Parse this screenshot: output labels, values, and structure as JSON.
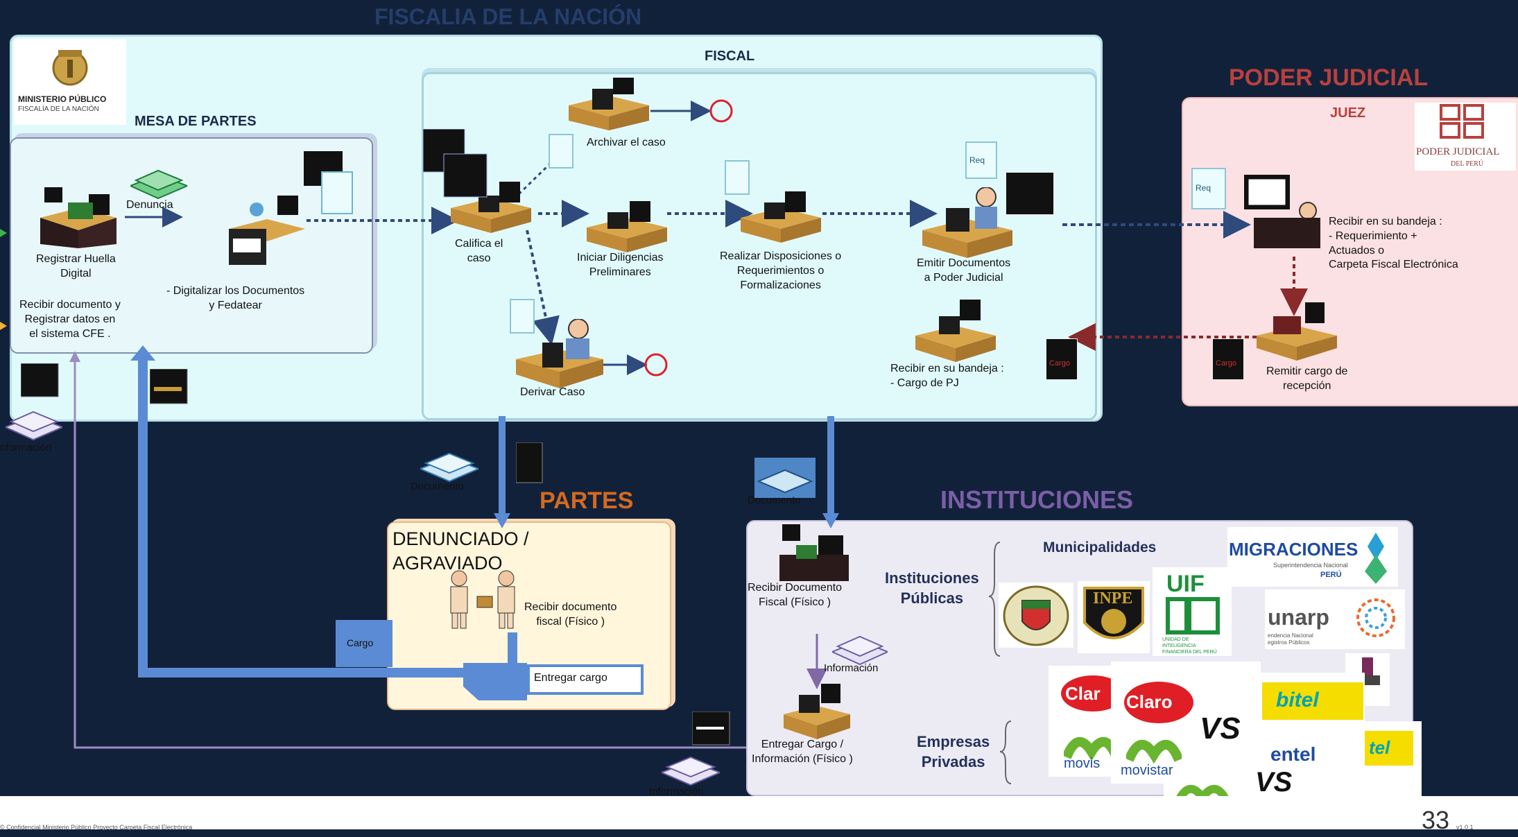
{
  "header": {
    "title": "FISCALIA DE LA NACIÓN"
  },
  "ministerio": {
    "logo_line1": "MINISTERIO PÚBLICO",
    "logo_line2": "FISCALÍA DE LA NACIÓN"
  },
  "mesa": {
    "title": "MESA DE PARTES",
    "denuncia": "Denuncia",
    "registrar": "Registrar Huella\nDigital",
    "digitalizar": "-  Digitalizar los Documentos\ny Fedatear",
    "recibir": "Recibir documento y\nRegistrar datos en\nel sistema CFE        ."
  },
  "fiscal": {
    "title": "FISCAL",
    "archivar": "Archivar el caso",
    "califica": "Califica el\ncaso",
    "iniciar": "Iniciar Diligencias\nPreliminares",
    "realizar": "Realizar Disposiciones o\nRequerimientos o\nFormalizaciones",
    "emitir": "Emitir Documentos\na Poder Judicial",
    "derivar": "Derivar Caso",
    "recibir_bandeja": "Recibir en su bandeja         :\n-  Cargo de PJ",
    "req_tag": "Req"
  },
  "poder_judicial": {
    "title": "PODER JUDICIAL",
    "juez": "JUEZ",
    "logo_line1": "PODER JUDICIAL",
    "logo_line2": "DEL PERÚ",
    "recibir": "Recibir en su bandeja        :\n-  Requerimiento        +\nActuados o\nCarpeta Fiscal Electrónica",
    "remitir": "Remitir cargo de\nrecepción",
    "req_tag": "Req",
    "cargo_tag": "Cargo"
  },
  "partes": {
    "title": "PARTES",
    "party": "DENUNCIADO        /\nAGRAVIADO",
    "recibir": "Recibir documento\nfiscal   (Físico   )",
    "entregar": "Entregar cargo",
    "cargo": "Cargo",
    "documento": "Documento"
  },
  "instituciones": {
    "title": "INSTITUCIONES",
    "recibir": "Recibir Documento\nFiscal    (Físico   )",
    "entregar": "Entregar Cargo          /\nInformación      (Físico   )",
    "publicas": "Instituciones\nPúblicas",
    "privadas": "Empresas\nPrivadas",
    "municipalidades": "Municipalidades",
    "informacion": "Información",
    "documento": "Documento"
  },
  "logos": {
    "migraciones": "MIGRACIONES",
    "migraciones_sub": "Superintendencia Nacional",
    "migraciones_peru": "PERÚ",
    "inpe": "INPE",
    "uif": "UIF",
    "uif_sub": "UNIDAD DE INTELIGENCIA FINANCIERA DEL PERÚ",
    "sunarp": "unarp",
    "sunarp_sub": "endencia Nacional\negistros Públicos",
    "claro": "Claro",
    "claro_cut": "Clar",
    "movistar": "movistar",
    "movistar_cut": "movis",
    "bitel": "bitel",
    "bitel_cut": "tel",
    "entel": "entel",
    "vs": "VS"
  },
  "left": {
    "informacion": "nformación"
  },
  "bottom": {
    "informacion": "Información"
  },
  "footer": {
    "left": "© Confidencial        Ministerio Público         Proyecto   Carpeta Fiscal Electrónica",
    "page": "33",
    "version": "v1.0.1"
  },
  "colors": {
    "bg": "#12213a",
    "fiscal_panel": "#e0fafc",
    "pj_panel": "#fbe1e3",
    "partes_panel": "#fff6dc",
    "inst_panel": "#ecebf4",
    "flow_blue": "#5b8bd4",
    "pj_title": "#b8413d",
    "partes_title": "#d46a1e",
    "inst_title": "#7b5ea8"
  }
}
